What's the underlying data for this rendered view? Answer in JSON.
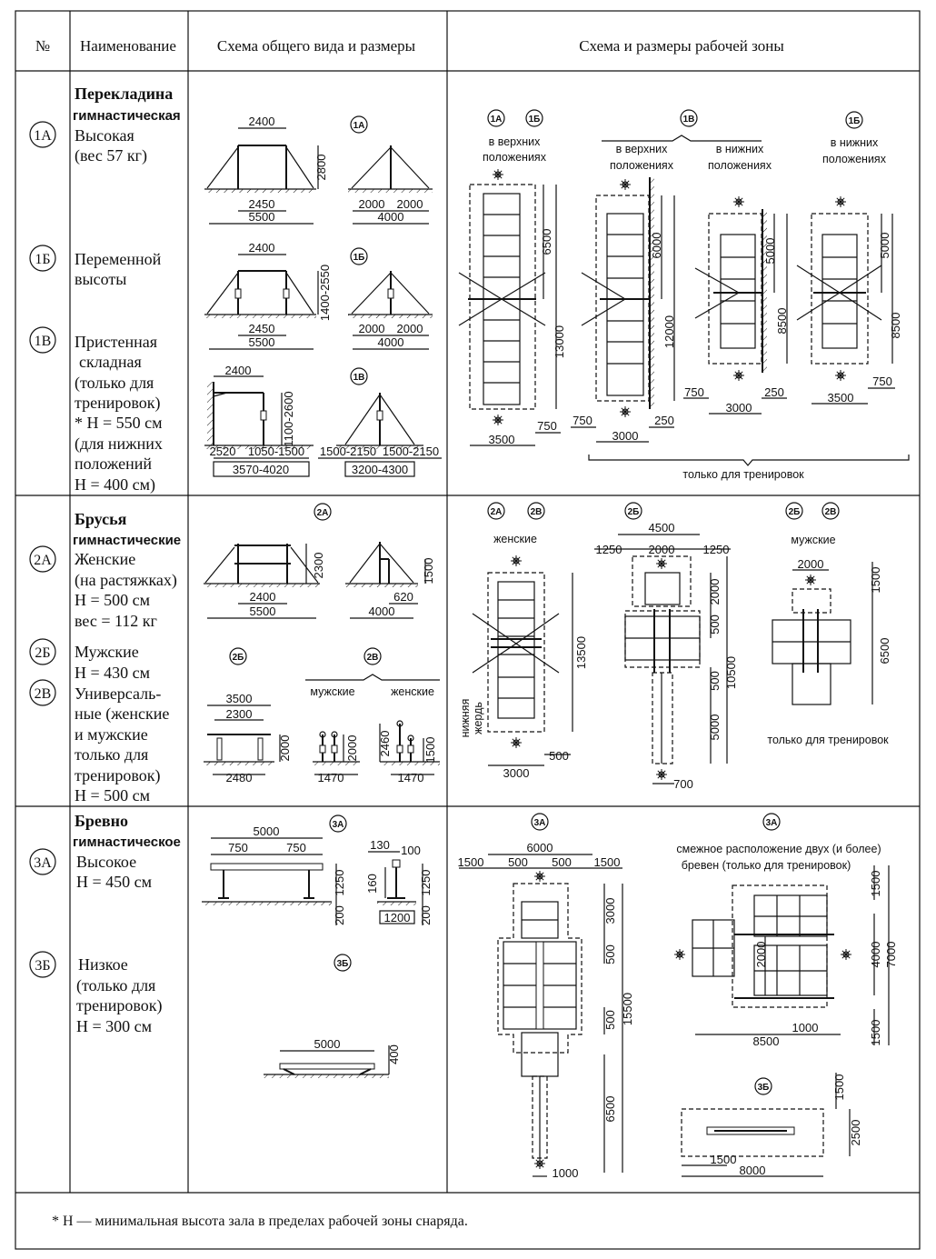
{
  "header": {
    "num": "№",
    "name": "Наименование",
    "general": "Схема общего вида и размеры",
    "zone": "Схема и размеры рабочей зоны"
  },
  "rows": {
    "bar": {
      "title": [
        "Перекладина",
        "гимнастическая"
      ],
      "items": [
        {
          "code": "1А",
          "lines": [
            "Высокая",
            "(вес 57 кг)"
          ]
        },
        {
          "code": "1Б",
          "lines": [
            "Переменной",
            "высоты"
          ]
        },
        {
          "code": "1В",
          "lines": [
            "Пристенная",
            "складная",
            "(только для",
            "тренировок)",
            "* Н = 550 см",
            "(для нижних",
            "положений",
            "Н = 400 см)"
          ]
        }
      ],
      "general_dims": {
        "a_top": "2400",
        "a_h": "2800",
        "a_mid": "2450",
        "a_tot": "5500",
        "a_side1": "2000",
        "a_side2": "2000",
        "a_side_tot": "4000",
        "b_top": "2400",
        "b_h": "1400-2550",
        "b_mid": "2450",
        "b_tot": "5500",
        "b_side1": "2000",
        "b_side2": "2000",
        "b_side_tot": "4000",
        "c_top": "2400",
        "c_h": "1100-2600",
        "c_a": "2520",
        "c_b": "1050-1500",
        "c_tot": "3570-4020",
        "c_side1": "1500-2150",
        "c_side2": "1500-2150",
        "c_side_tot": "3200-4300"
      },
      "zone": {
        "tag1": "1А",
        "tag2": "1Б",
        "tag3": "1В",
        "tag4": "1Б",
        "cap_upper": [
          "в верхних",
          "положениях"
        ],
        "cap_upper2": [
          "в верхних",
          "положениях"
        ],
        "cap_lower": [
          "в нижних",
          "положениях"
        ],
        "cap_lower2": [
          "в нижних",
          "положениях"
        ],
        "d1_a": "6500",
        "d1_b": "13000",
        "d1_w": "3500",
        "d1_g": "750",
        "d2_a": "6000",
        "d2_b": "12000",
        "d2_w": "3000",
        "d2_g1": "750",
        "d2_g2": "250",
        "d3_a": "5000",
        "d3_b": "8500",
        "d3_w": "3000",
        "d3_g1": "750",
        "d3_g2": "250",
        "d4_a": "5000",
        "d4_b": "8500",
        "d4_w": "3500",
        "d4_g": "750",
        "training": "только для тренировок"
      }
    },
    "parallel": {
      "title": [
        "Брусья",
        "гимнастические"
      ],
      "items": [
        {
          "code": "2А",
          "lines": [
            "Женские",
            "(на растяжках)",
            "Н = 500 см",
            "вес = 112 кг"
          ]
        },
        {
          "code": "2Б",
          "lines": [
            "Мужские",
            "Н = 430 см"
          ]
        },
        {
          "code": "2В",
          "lines": [
            "Универсаль-",
            "ные (женские",
            "и мужские",
            "только для",
            "тренировок)",
            "Н = 500 см"
          ]
        }
      ],
      "general_dims": {
        "tag_a": "2А",
        "tag_b": "2Б",
        "tag_v": "2В",
        "a_h": "2300",
        "a_mid": "2400",
        "a_tot": "5500",
        "a_side_h": "1500",
        "a_side_mid": "620",
        "a_side_tot": "4000",
        "b_top": "3500",
        "b_mid": "2300",
        "b_h": "2000",
        "b_bot": "2480",
        "v_men": "мужские",
        "v_women": "женские",
        "v_m_h": "2000",
        "v_m_w": "1470",
        "v_w_h1": "2460",
        "v_w_h2": "1500",
        "v_w_w": "1470"
      },
      "zone": {
        "tag1": "2А",
        "tag2": "2В",
        "tag3": "2Б",
        "tag4": "2Б",
        "tag5": "2В",
        "women": "женские",
        "men": "мужские",
        "lower_bar": [
          "нижняя",
          "жердь"
        ],
        "w_len": "13500",
        "w_w": "3000",
        "w_g": "500",
        "m_top": "4500",
        "m_l": "1250",
        "m_mid": "2000",
        "m_r": "1250",
        "m_h1": "2000",
        "m_h2": "500",
        "m_h3": "500",
        "m_h4": "5000",
        "m_tot": "10500",
        "m_g": "700",
        "u_top": "2000",
        "u_h1": "1500",
        "u_tot": "6500",
        "training": "только для тренировок"
      }
    },
    "beam": {
      "title": [
        "Бревно",
        "гимнастическое"
      ],
      "items": [
        {
          "code": "3А",
          "lines": [
            "Высокое",
            "Н = 450 см"
          ]
        },
        {
          "code": "3Б",
          "lines": [
            "Низкое",
            "(только для",
            "тренировок)",
            "Н = 300 см"
          ]
        }
      ],
      "general_dims": {
        "tag_a": "3А",
        "tag_b": "3Б",
        "a_len": "5000",
        "a_l": "750",
        "a_r": "750",
        "a_h": "1250",
        "a_base": "200",
        "s_top": "130",
        "s_top2": "100",
        "s_mid": "160",
        "s_bot": "1200",
        "s_h": "1250",
        "s_base": "200",
        "b_len": "5000",
        "b_h": "400"
      },
      "zone": {
        "tag1": "3А",
        "tag2": "3А",
        "tag3": "3Б",
        "w_tot": "6000",
        "w_l": "1500",
        "w_a": "500",
        "w_b": "500",
        "w_r": "1500",
        "h1": "3000",
        "h2": "500",
        "h3": "500",
        "h4": "6500",
        "h_tot": "15500",
        "g": "1000",
        "adj_caption": [
          "смежное расположение двух (и более)",
          "бревен (только для тренировок)"
        ],
        "adj_h1": "1500",
        "adj_mid": "2000",
        "adj_h2": "4000",
        "adj_tot": "7000",
        "adj_h3": "1500",
        "adj_w": "8500",
        "adj_g": "1000",
        "low_h1": "1500",
        "low_h2": "2500",
        "low_g": "1500",
        "low_w": "8000"
      }
    }
  },
  "footnote": "* Н — минимальная высота зала в пределах рабочей зоны снаряда."
}
